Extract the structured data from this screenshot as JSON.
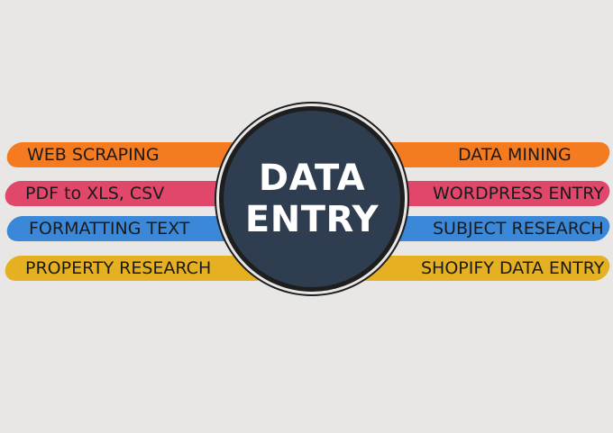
{
  "center": {
    "line1": "DATA",
    "line2": "ENTRY",
    "fill": "#2e3d4f"
  },
  "left": [
    {
      "label": "WEB SCRAPING",
      "color": "#f47b20"
    },
    {
      "label": "PDF to XLS, CSV",
      "color": "#e0476b"
    },
    {
      "label": "FORMATTING TEXT",
      "color": "#3b88d8"
    },
    {
      "label": "PROPERTY RESEARCH",
      "color": "#e5b021"
    }
  ],
  "right": [
    {
      "label": "DATA MINING",
      "color": "#f47b20"
    },
    {
      "label": "WORDPRESS ENTRY",
      "color": "#e0476b"
    },
    {
      "label": "SUBJECT RESEARCH",
      "color": "#3b88d8"
    },
    {
      "label": "SHOPIFY DATA ENTRY",
      "color": "#e5b021"
    }
  ]
}
